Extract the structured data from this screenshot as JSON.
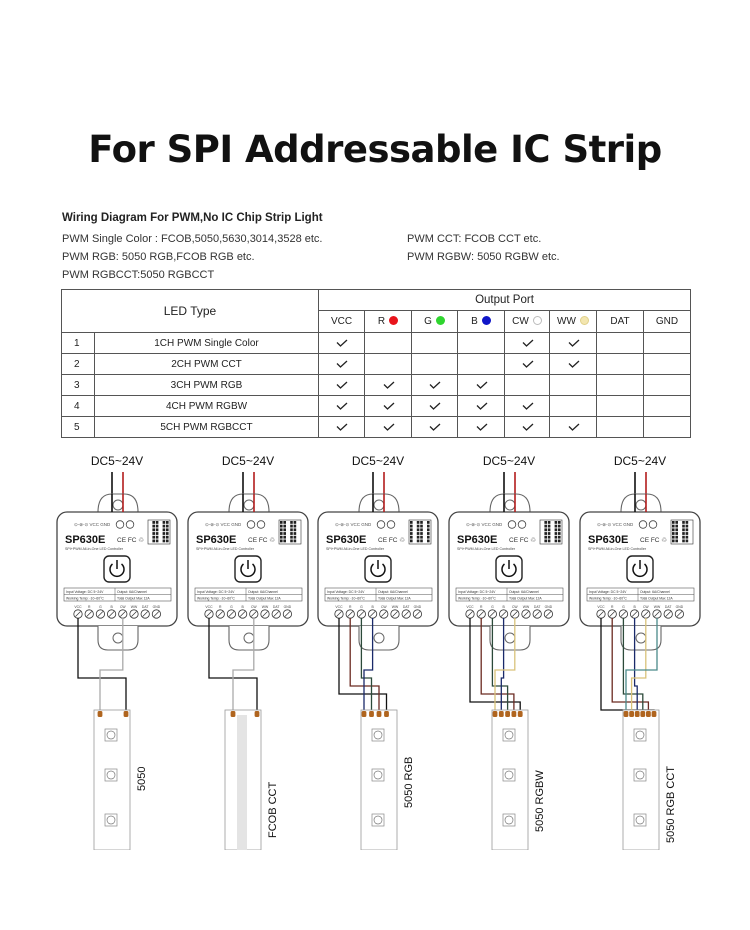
{
  "title": "For SPI Addressable IC Strip",
  "intro": {
    "heading": "Wiring Diagram For PWM,No IC Chip Strip Light",
    "lines_left": [
      "PWM Single Color :  FCOB,5050,5630,3014,3528 etc.",
      "PWM RGB:  5050 RGB,FCOB RGB etc.",
      "PWM RGBCCT:5050 RGBCCT"
    ],
    "lines_right": [
      "PWM CCT:  FCOB CCT etc.",
      "PWM RGBW: 5050 RGBW etc."
    ]
  },
  "table": {
    "led_type_header": "LED Type",
    "output_port_header": "Output Port",
    "ports": [
      {
        "label": "VCC",
        "dot": null
      },
      {
        "label": "R",
        "dot": "#e8141c"
      },
      {
        "label": "G",
        "dot": "#2fd52f"
      },
      {
        "label": "B",
        "dot": "#1016c8"
      },
      {
        "label": "CW",
        "dot": "#ffffff"
      },
      {
        "label": "WW",
        "dot": "#f3e6b0"
      },
      {
        "label": "DAT",
        "dot": null
      },
      {
        "label": "GND",
        "dot": null
      }
    ],
    "rows": [
      {
        "index": "1",
        "type": "1CH PWM Single Color",
        "checks": [
          true,
          false,
          false,
          false,
          true,
          true,
          false,
          false
        ]
      },
      {
        "index": "2",
        "type": "2CH PWM CCT",
        "checks": [
          true,
          false,
          false,
          false,
          true,
          true,
          false,
          false
        ]
      },
      {
        "index": "3",
        "type": "3CH PWM RGB",
        "checks": [
          true,
          true,
          true,
          true,
          false,
          false,
          false,
          false
        ]
      },
      {
        "index": "4",
        "type": "4CH PWM RGBW",
        "checks": [
          true,
          true,
          true,
          true,
          true,
          false,
          false,
          false
        ]
      },
      {
        "index": "5",
        "type": "5CH PWM RGBCCT",
        "checks": [
          true,
          true,
          true,
          true,
          true,
          true,
          false,
          false
        ]
      }
    ]
  },
  "controller": {
    "model": "SP630E",
    "subtitle": "SPI+PWM All-in-One LED Controller",
    "cert_marks": "CE FC",
    "power_symbols": "VCC  GND",
    "spec_left": [
      "Input Voltage: DC 5~24V",
      "Working Temp: -10~60°C"
    ],
    "spec_right": [
      "Output: 6A/Channel",
      "Total Output Max 12A"
    ],
    "terminals": [
      "VCC",
      "R",
      "G",
      "B",
      "CW",
      "WW",
      "DAT",
      "GND"
    ]
  },
  "diagrams": [
    {
      "supply": "DC5~24V",
      "strip": "5050",
      "wires": 2
    },
    {
      "supply": "DC5~24V",
      "strip": "FCOB CCT",
      "wires": 2
    },
    {
      "supply": "DC5~24V",
      "strip": "5050 RGB",
      "wires": 4
    },
    {
      "supply": "DC5~24V",
      "strip": "5050 RGBW",
      "wires": 5
    },
    {
      "supply": "DC5~24V",
      "strip": "5050 RGB CCT",
      "wires": 6
    }
  ]
}
